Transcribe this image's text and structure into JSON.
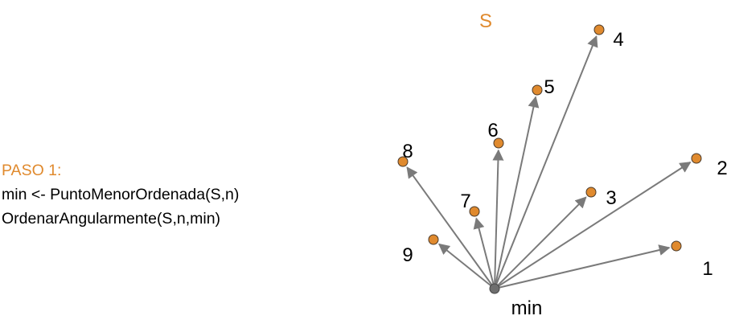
{
  "algorithm": {
    "step_title": "PASO 1:",
    "lines": [
      "min <- PuntoMenorOrdenada(S,n)",
      "OrdenarAngularmente(S,n,min)"
    ]
  },
  "diagram": {
    "set_label": "S",
    "origin_label": "min",
    "point_labels": [
      "1",
      "2",
      "3",
      "4",
      "5",
      "6",
      "7",
      "8",
      "9"
    ]
  },
  "colors": {
    "accent": "#e08a2e",
    "point_fill": "#e08a2e",
    "origin_fill": "#6e6e6e",
    "arrow": "#7a7a7a"
  }
}
